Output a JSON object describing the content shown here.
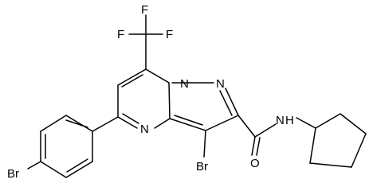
{
  "molecule": {
    "atoms": {
      "F_top": "F",
      "F_left": "F",
      "F_right": "F",
      "N_top": "N",
      "N_right": "N",
      "N_left": "N",
      "N_amide": "N",
      "H_amide": "H",
      "O": "O",
      "Br_ring": "Br",
      "Br_phenyl": "Br"
    }
  }
}
